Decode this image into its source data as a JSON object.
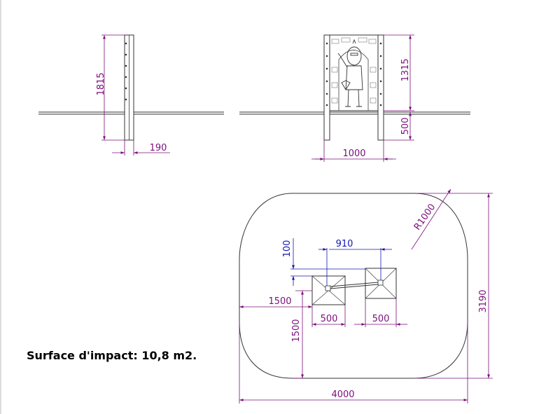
{
  "colors": {
    "dimension": "#7a0f7a",
    "dimension_alt": "#1414b4",
    "line": "#333333"
  },
  "side_view": {
    "height": "1815",
    "thickness": "190"
  },
  "front_view": {
    "panel_height": "1315",
    "post_depth": "500",
    "width": "1000"
  },
  "plan_view": {
    "radius": "R1000",
    "offset_y": "100",
    "spacing": "910",
    "margin_left": "1500",
    "margin_bottom": "1500",
    "square_a": "500",
    "square_b": "500",
    "total_height": "3190",
    "total_width": "4000"
  },
  "caption": "Surface d'impact: 10,8 m2."
}
